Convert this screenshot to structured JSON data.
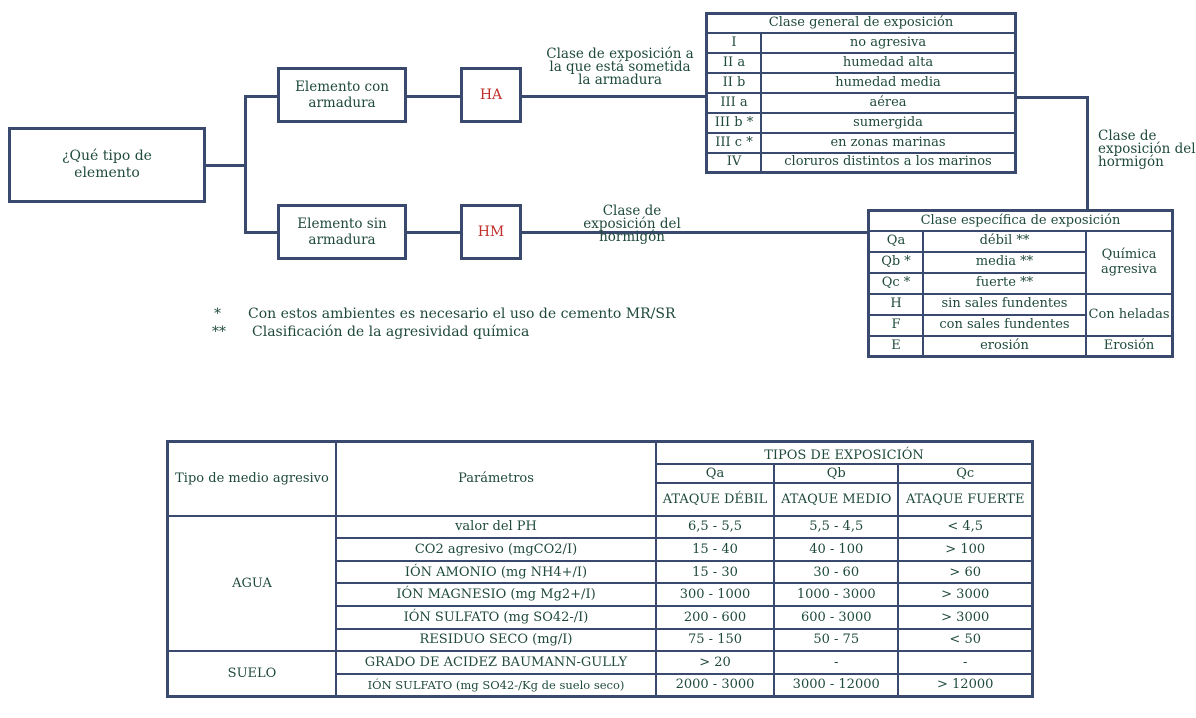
{
  "flow": {
    "question": "¿Qué tipo de elemento",
    "with_rebar": "Elemento con armadura",
    "without_rebar": "Elemento sin armadura",
    "ha": "HA",
    "hm": "HM",
    "label_rebar_exposure": "Clase de exposición a la que está sometida la armadura",
    "label_concrete_exposure": "Clase de exposición del hormigón",
    "label_concrete_exposure_right": "Clase de exposición del hormigón"
  },
  "general_table": {
    "title": "Clase general de exposición",
    "rows": [
      {
        "code": "I",
        "desc": "no agresiva"
      },
      {
        "code": "II a",
        "desc": "humedad alta"
      },
      {
        "code": "II b",
        "desc": "humedad media"
      },
      {
        "code": "III a",
        "desc": "aérea"
      },
      {
        "code": "III b *",
        "desc": "sumergida"
      },
      {
        "code": "III c *",
        "desc": "en zonas marinas"
      },
      {
        "code": "IV",
        "desc": "cloruros distintos a los  marinos"
      }
    ]
  },
  "specific_table": {
    "title": "Clase específica de exposición",
    "rows": [
      {
        "code": "Qa",
        "desc": "débil **"
      },
      {
        "code": "Qb *",
        "desc": "media **"
      },
      {
        "code": "Qc *",
        "desc": "fuerte **"
      },
      {
        "code": "H",
        "desc": "sin sales fundentes"
      },
      {
        "code": "F",
        "desc": "con sales fundentes"
      },
      {
        "code": "E",
        "desc": "erosión"
      }
    ],
    "groups": [
      "Química agresiva",
      "Con heladas",
      "Erosión"
    ]
  },
  "notes": {
    "star_symbol": "*",
    "star_text": "Con estos ambientes es necesario el uso de cemento MR/SR",
    "dstar_symbol": "**",
    "dstar_text": "Clasificación de la agresividad química"
  },
  "aggr_table": {
    "col_medium": "Tipo de medio agresivo",
    "col_params": "Parámetros",
    "col_types": "TIPOS DE EXPOSICIÓN",
    "classes": [
      "Qa",
      "Qb",
      "Qc"
    ],
    "attacks": [
      "ATAQUE DÉBIL",
      "ATAQUE MEDIO",
      "ATAQUE FUERTE"
    ],
    "media": [
      "AGUA",
      "SUELO"
    ],
    "rows": [
      {
        "param": "valor del PH",
        "qa": "6,5 - 5,5",
        "qb": "5,5 - 4,5",
        "qc": "< 4,5"
      },
      {
        "param": "CO2 agresivo (mgCO2/I)",
        "qa": "15 - 40",
        "qb": "40 - 100",
        "qc": "> 100"
      },
      {
        "param": "IÓN AMONIO (mg NH4+/I)",
        "qa": "15 - 30",
        "qb": "30 - 60",
        "qc": "> 60"
      },
      {
        "param": "IÓN MAGNESIO (mg Mg2+/I)",
        "qa": "300 - 1000",
        "qb": "1000 - 3000",
        "qc": "> 3000"
      },
      {
        "param": "IÓN SULFATO (mg SO42-/I)",
        "qa": "200 - 600",
        "qb": "600 - 3000",
        "qc": "> 3000"
      },
      {
        "param": "RESIDUO SECO (mg/I)",
        "qa": "75 - 150",
        "qb": "50 - 75",
        "qc": "< 50"
      },
      {
        "param": "GRADO DE ACIDEZ BAUMANN-GULLY",
        "qa": "> 20",
        "qb": "-",
        "qc": "-"
      },
      {
        "param": "IÓN SULFATO (mg SO42-/Kg de suelo seco)",
        "qa": "2000 - 3000",
        "qb": "3000 - 12000",
        "qc": "> 12000"
      }
    ]
  }
}
